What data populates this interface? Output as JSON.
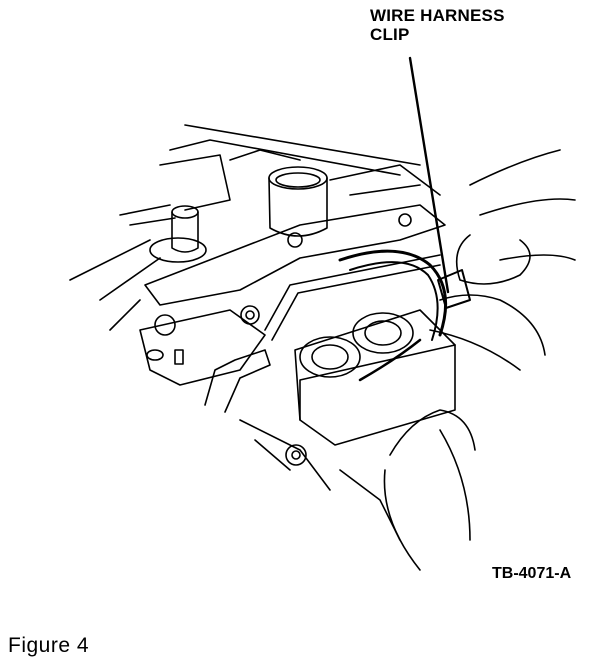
{
  "callout": {
    "line1": "WIRE HARNESS",
    "line2": "CLIP"
  },
  "figure_code": "TB-4071-A",
  "caption": "Figure  4",
  "colors": {
    "ink": "#000000",
    "paper": "#ffffff"
  }
}
